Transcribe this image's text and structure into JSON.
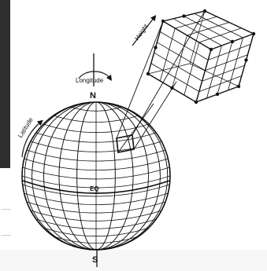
{
  "labels": {
    "longitude": "Longitude",
    "latitude": "Latitude",
    "height": "Height",
    "north": "N",
    "south": "S",
    "equator": "EQ"
  },
  "colors": {
    "background": "#ffffff",
    "dark_band": "#2e2e2e",
    "ink": "#111111"
  }
}
